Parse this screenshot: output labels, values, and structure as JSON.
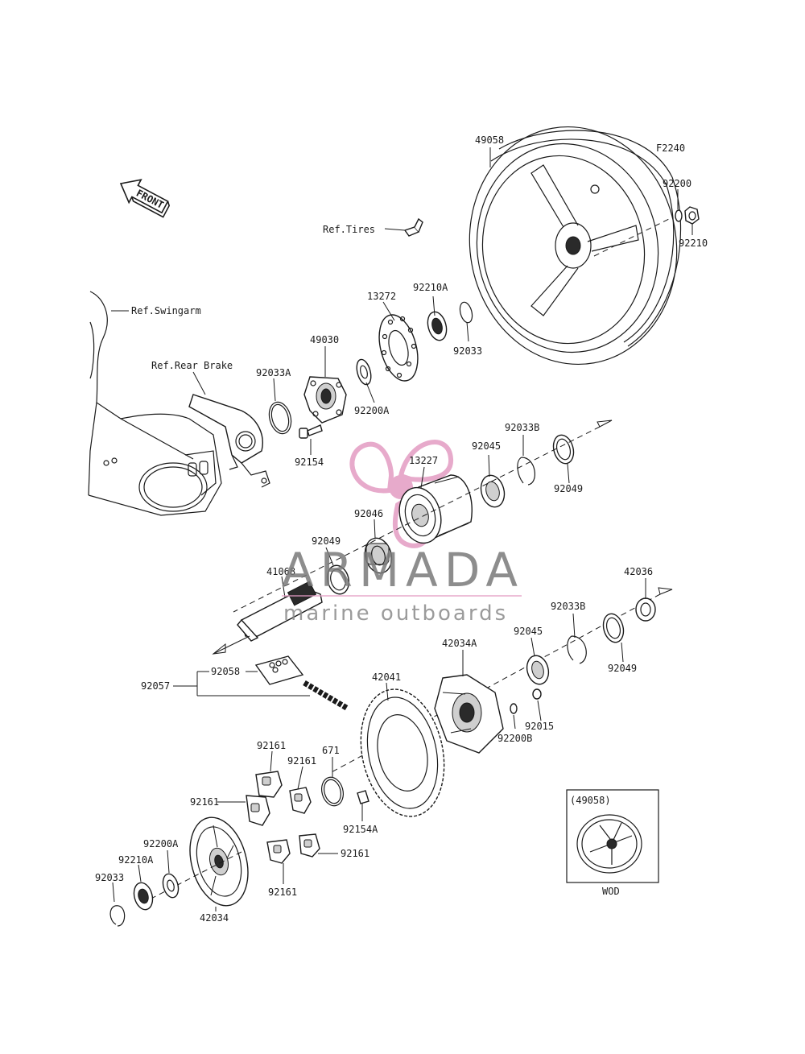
{
  "figure_code": "F2240",
  "front_label": "FRONT",
  "references": {
    "tires": "Ref.Tires",
    "swingarm": "Ref.Swingarm",
    "rear_brake": "Ref.Rear Brake"
  },
  "parts": {
    "p49058": "49058",
    "p92200": "92200",
    "p92210": "92210",
    "p13272": "13272",
    "p92210A_top": "92210A",
    "p92033_top": "92033",
    "p49030": "49030",
    "p92033A": "92033A",
    "p92200A_top": "92200A",
    "p92154": "92154",
    "p13227": "13227",
    "p92045_top": "92045",
    "p92033B_top": "92033B",
    "p92049_right": "92049",
    "p92046": "92046",
    "p92049_left": "92049",
    "p41068": "41068",
    "p42036": "42036",
    "p92033B_low": "92033B",
    "p92045_low": "92045",
    "p92049_low": "92049",
    "p42034A": "42034A",
    "p42041": "42041",
    "p92015": "92015",
    "p92200B": "92200B",
    "p92058": "92058",
    "p92057": "92057",
    "p92161_a": "92161",
    "p92161_b": "92161",
    "p671": "671",
    "p92161_c": "92161",
    "p92154A": "92154A",
    "p92161_d": "92161",
    "p92161_e": "92161",
    "p92200A_low": "92200A",
    "p92210A_low": "92210A",
    "p92033_low": "92033",
    "p42034": "42034"
  },
  "inset": {
    "title": "(49058)",
    "caption": "WOD"
  },
  "watermark": {
    "name": "ARMADA",
    "subtitle": "marine outboards",
    "logo_color": "#e39cc3",
    "text_color": "#7a7a7a"
  }
}
